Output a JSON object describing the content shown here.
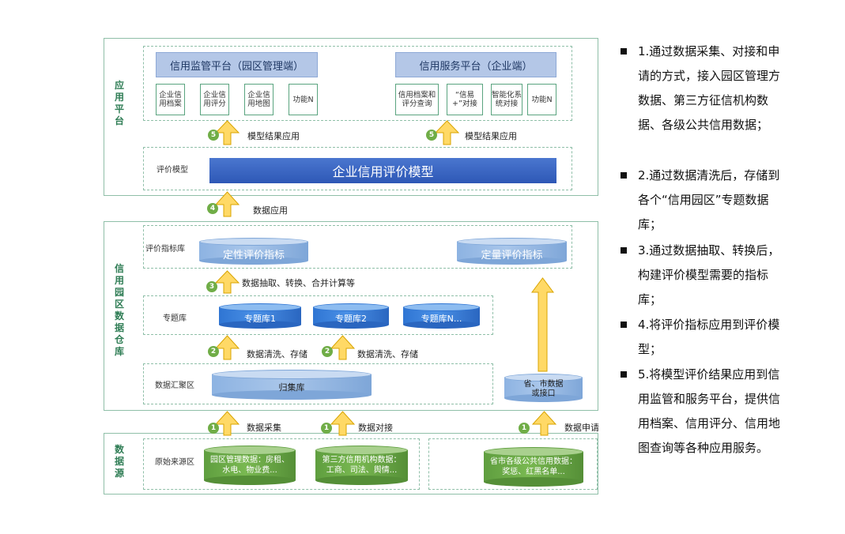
{
  "layers": {
    "app": "应用平台",
    "warehouse": "信用园区数据仓库",
    "source": "数据源"
  },
  "platforms": {
    "regulatory": {
      "title": "信用监管平台（园区管理端）",
      "functions": [
        "企业信用档案",
        "企业信用评分",
        "企业信用地图",
        "功能N"
      ]
    },
    "service": {
      "title": "信用服务平台（企业端）",
      "functions": [
        "信用档案和评分查询",
        "“信易+”对接",
        "智能化系统对接",
        "功能N"
      ]
    }
  },
  "model": {
    "zone_label": "评价模型",
    "bar": "企业信用评价模型"
  },
  "index_lib": {
    "zone_label": "评价指标库",
    "qualitative": "定性评价指标",
    "quantitative": "定量评价指标"
  },
  "topic_lib": {
    "zone_label": "专题库",
    "items": [
      "专题库1",
      "专题库2",
      "专题库N..."
    ]
  },
  "gather": {
    "zone_label": "数据汇聚区",
    "main": "归集库",
    "interface": "省、市数据或接口"
  },
  "source_zone": {
    "zone_label": "原始来源区",
    "items": [
      "园区管理数据：房租、水电、物业费...",
      "第三方信用机构数据：工商、司法、舆情...",
      "省市各级公共信用数据：奖惩、红黑名单..."
    ]
  },
  "arrows": {
    "a1_collect": {
      "num": "1",
      "label": "数据采集"
    },
    "a1_dock": {
      "num": "1",
      "label": "数据对接"
    },
    "a1_apply": {
      "num": "1",
      "label": "数据申请"
    },
    "a2_left": {
      "num": "2",
      "label": "数据清洗、存储"
    },
    "a2_right": {
      "num": "2",
      "label": "数据清洗、存储"
    },
    "a3": {
      "num": "3",
      "label": "数据抽取、转换、合并计算等"
    },
    "a4": {
      "num": "4",
      "label": "数据应用"
    },
    "a5_left": {
      "num": "5",
      "label": "模型结果应用"
    },
    "a5_right": {
      "num": "5",
      "label": "模型结果应用"
    }
  },
  "colors": {
    "frame": "#8fbfa8",
    "arrow": "#ffd966",
    "badge": "#70ad47",
    "model_bar": "#3a64c0"
  },
  "description": [
    "1.通过数据采集、对接和申请的方式，接入园区管理方数据、第三方征信机构数据、各级公共信用数据；",
    "2.通过数据清洗后，存储到各个“信用园区”专题数据库；",
    "3.通过数据抽取、转换后，构建评价模型需要的指标库；",
    "4.将评价指标应用到评价模型；",
    "5.将模型评价结果应用到信用监管和服务平台，提供信用档案、信用评分、信用地图查询等各种应用服务。"
  ]
}
